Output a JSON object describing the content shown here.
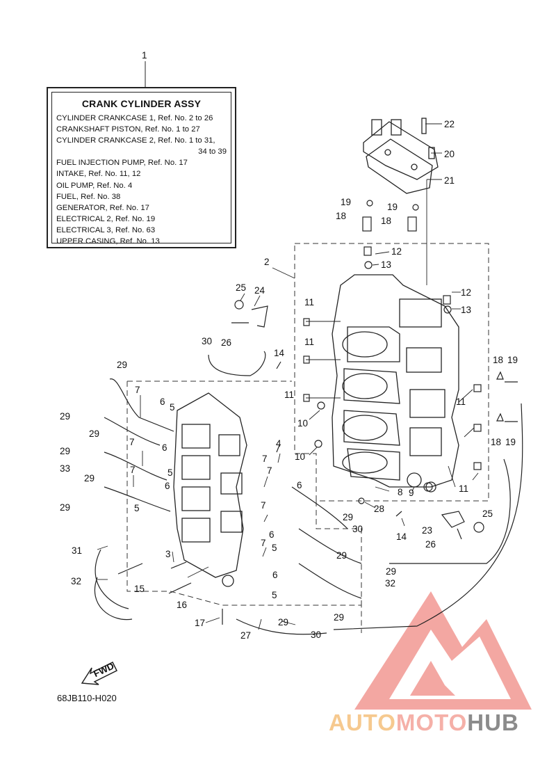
{
  "title_box": {
    "title": "CRANK CYLINDER ASSY",
    "lines": [
      "CYLINDER CRANKCASE 1,  Ref. No. 2 to 26",
      "CRANKSHAFT PISTON,  Ref. No. 1 to 27",
      "CYLINDER CRANKCASE 2,  Ref. No. 1 to 31,",
      "34 to 39",
      "FUEL INJECTION PUMP,  Ref. No. 17",
      "INTAKE,  Ref. No. 11, 12",
      "OIL PUMP,  Ref. No. 4",
      "FUEL,  Ref. No. 38",
      "GENERATOR,  Ref. No. 17",
      "ELECTRICAL 2,  Ref. No. 19",
      "ELECTRICAL 3,  Ref. No. 63",
      "UPPER CASING,  Ref. No. 13"
    ]
  },
  "callouts": [
    "1",
    "2",
    "3",
    "4",
    "5",
    "5",
    "5",
    "5",
    "5",
    "6",
    "6",
    "6",
    "6",
    "6",
    "6",
    "7",
    "7",
    "7",
    "7",
    "7",
    "7",
    "7",
    "8",
    "9",
    "10",
    "10",
    "11",
    "11",
    "11",
    "11",
    "11",
    "12",
    "12",
    "13",
    "13",
    "14",
    "14",
    "15",
    "16",
    "17",
    "18",
    "18",
    "18",
    "18",
    "19",
    "19",
    "19",
    "19",
    "20",
    "21",
    "22",
    "23",
    "24",
    "25",
    "25",
    "26",
    "26",
    "27",
    "28",
    "29",
    "29",
    "29",
    "29",
    "29",
    "29",
    "29",
    "29",
    "29",
    "29",
    "29",
    "30",
    "30",
    "30",
    "31",
    "32",
    "32",
    "33"
  ],
  "fwd_label": "FWD",
  "diagram_code": "68JB110-H020",
  "watermark": {
    "part1": "AUTO",
    "part2": "MOTO",
    "part3": "HUB",
    "color1": "#f6c98f",
    "color2": "#f5b0a8",
    "color3": "#8b8b8b",
    "logo_color": "#f08a84"
  }
}
